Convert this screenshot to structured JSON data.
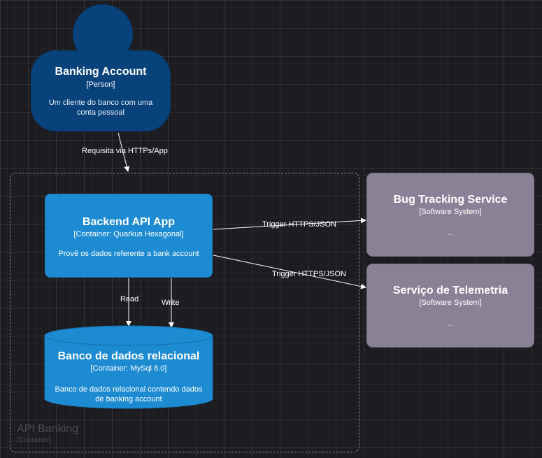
{
  "person": {
    "title": "Banking Account",
    "type": "[Person]",
    "description": "Um cliente do banco com uma conta pessoal"
  },
  "boundary": {
    "title": "API Banking",
    "type": "[Container]"
  },
  "backend": {
    "title": "Backend API App",
    "type": "[Container: Quarkus Hexagonal]",
    "description": "Provê os dados referente a bank account"
  },
  "database": {
    "title": "Banco de dados relacional",
    "type": "[Container: MySql 8.0]",
    "description": "Banco de dados relacional contendo dados de banking account"
  },
  "bug_tracking": {
    "title": "Bug Tracking Service",
    "type": "[Software System]",
    "description": "..."
  },
  "telemetry": {
    "title": "Serviço de Telemetria",
    "type": "[Software System]",
    "description": "..."
  },
  "edges": {
    "person_to_backend": "Requisita via HTTPs/App",
    "backend_to_bug": "Trigger HTTPS/JSON",
    "backend_to_telemetry": "Trigger HTTPS/JSON",
    "read": "Read",
    "write": "Write"
  },
  "colors": {
    "person": "#08427b",
    "container": "#1d8bd2",
    "external_system": "#8a8196",
    "background": "#1c1b20"
  }
}
